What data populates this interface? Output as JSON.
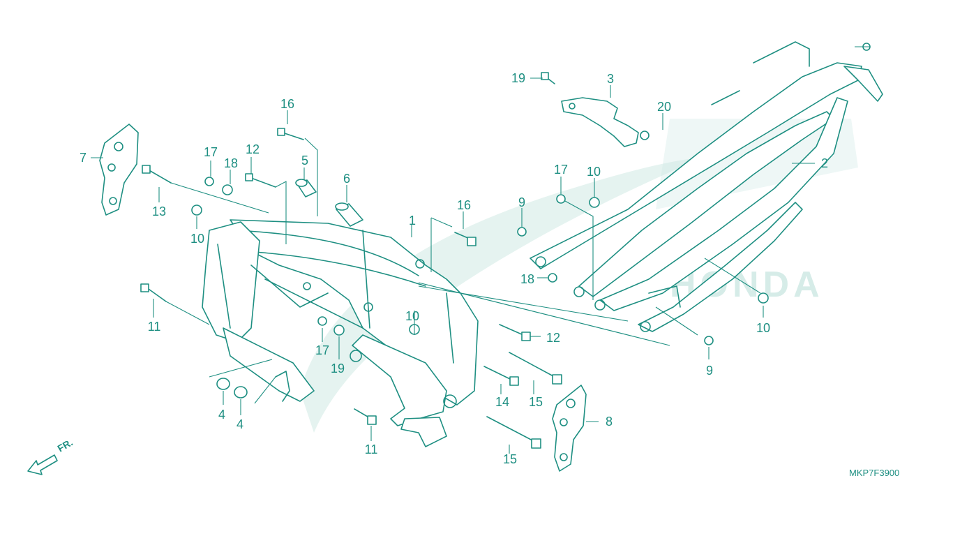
{
  "diagram": {
    "code": "MKP7F3900",
    "front_label": "FR.",
    "watermark_text": "HONDA",
    "colors": {
      "line": "#1e8f82",
      "watermark": "#cfe9e4",
      "background": "#ffffff"
    },
    "callouts": [
      "1",
      "2",
      "3",
      "4",
      "4",
      "5",
      "6",
      "7",
      "8",
      "9",
      "9",
      "10",
      "10",
      "10",
      "10",
      "11",
      "11",
      "12",
      "12",
      "13",
      "14",
      "15",
      "15",
      "16",
      "16",
      "17",
      "17",
      "17",
      "18",
      "18",
      "19",
      "19",
      "20"
    ]
  }
}
